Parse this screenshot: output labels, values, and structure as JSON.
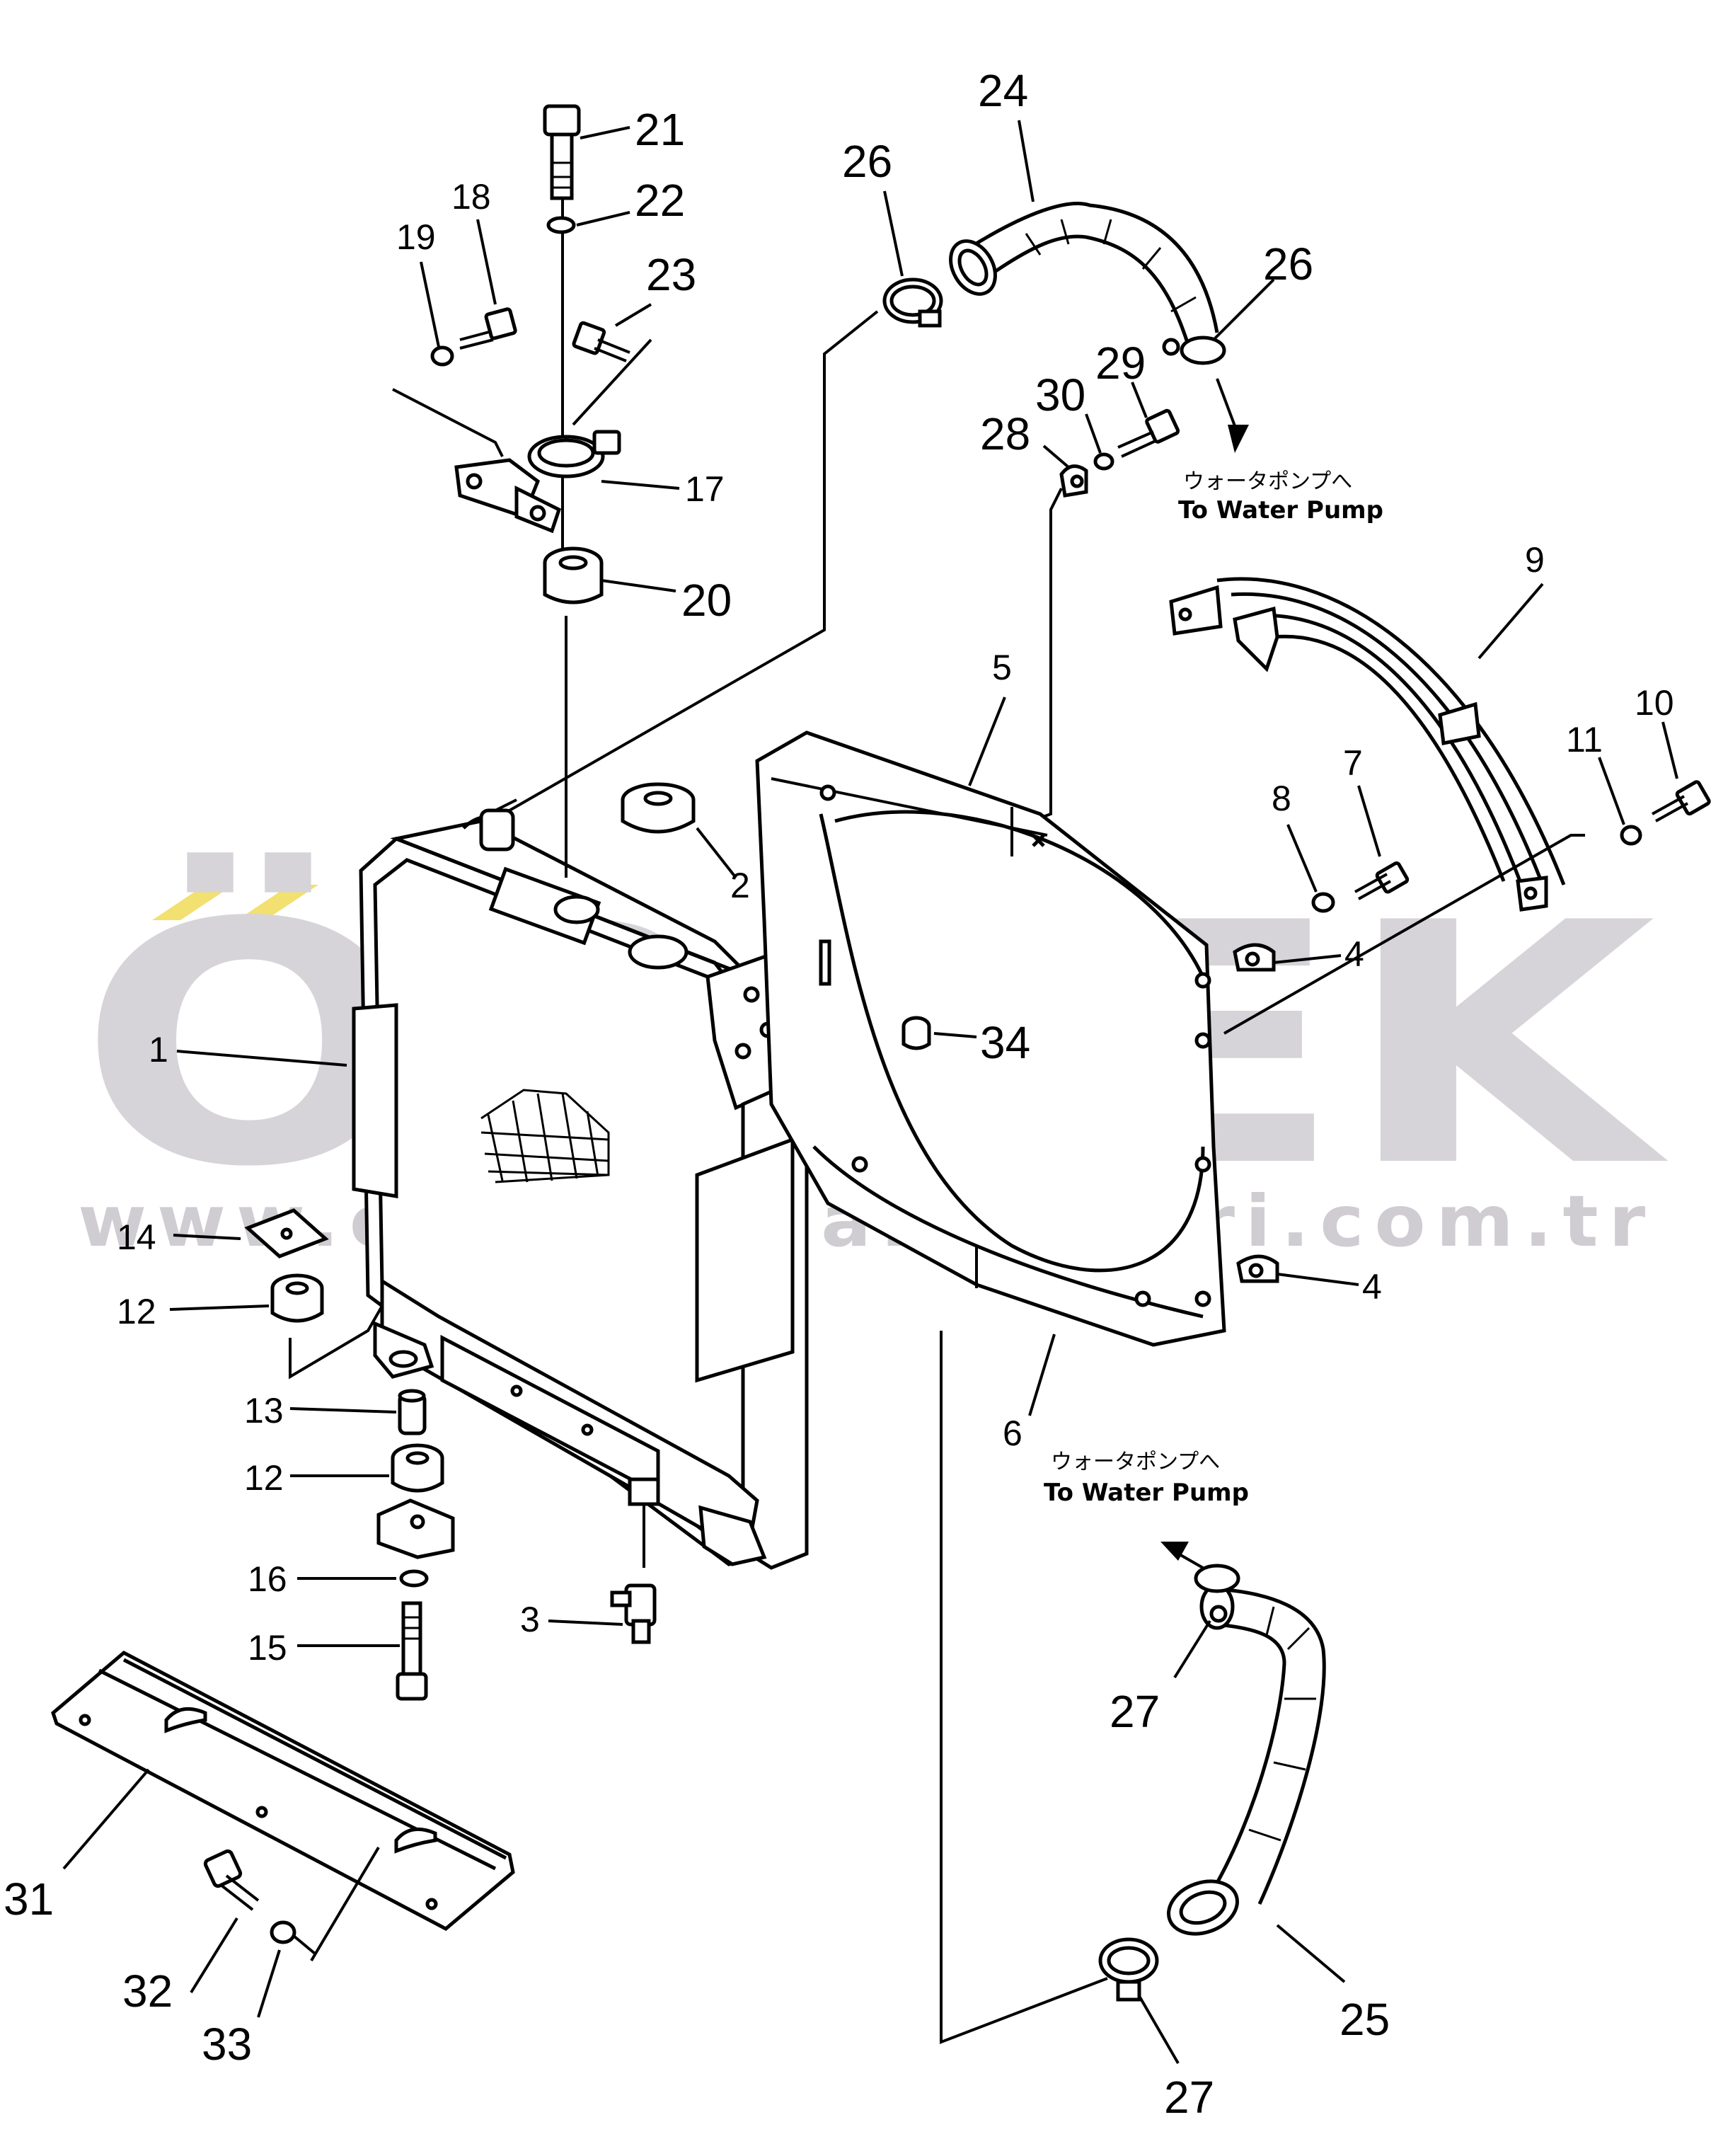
{
  "watermark": {
    "logo_text": "ÖRNEK",
    "url_text": "www.ornekismakinalari.com.tr",
    "logo_color": "#d6d4d8",
    "accent_color": "#f2e070"
  },
  "notes": {
    "upper_jp": "ウォータポンプへ",
    "upper_en": "To Water Pump",
    "lower_jp": "ウォータポンプへ",
    "lower_en": "To Water Pump"
  },
  "labels": {
    "l1": "1",
    "l2": "2",
    "l3": "3",
    "l4a": "4",
    "l4b": "4",
    "l5": "5",
    "l6": "6",
    "l7": "7",
    "l8": "8",
    "l9": "9",
    "l10": "10",
    "l11": "11",
    "l12a": "12",
    "l12b": "12",
    "l13": "13",
    "l14": "14",
    "l15": "15",
    "l16": "16",
    "l17": "17",
    "l18": "18",
    "l19": "19",
    "l20": "20",
    "l21": "21",
    "l22": "22",
    "l23": "23",
    "l24": "24",
    "l25": "25",
    "l26a": "26",
    "l26b": "26",
    "l27a": "27",
    "l27b": "27",
    "l28": "28",
    "l29": "29",
    "l30": "30",
    "l31": "31",
    "l32": "32",
    "l33": "33",
    "l34": "34"
  }
}
